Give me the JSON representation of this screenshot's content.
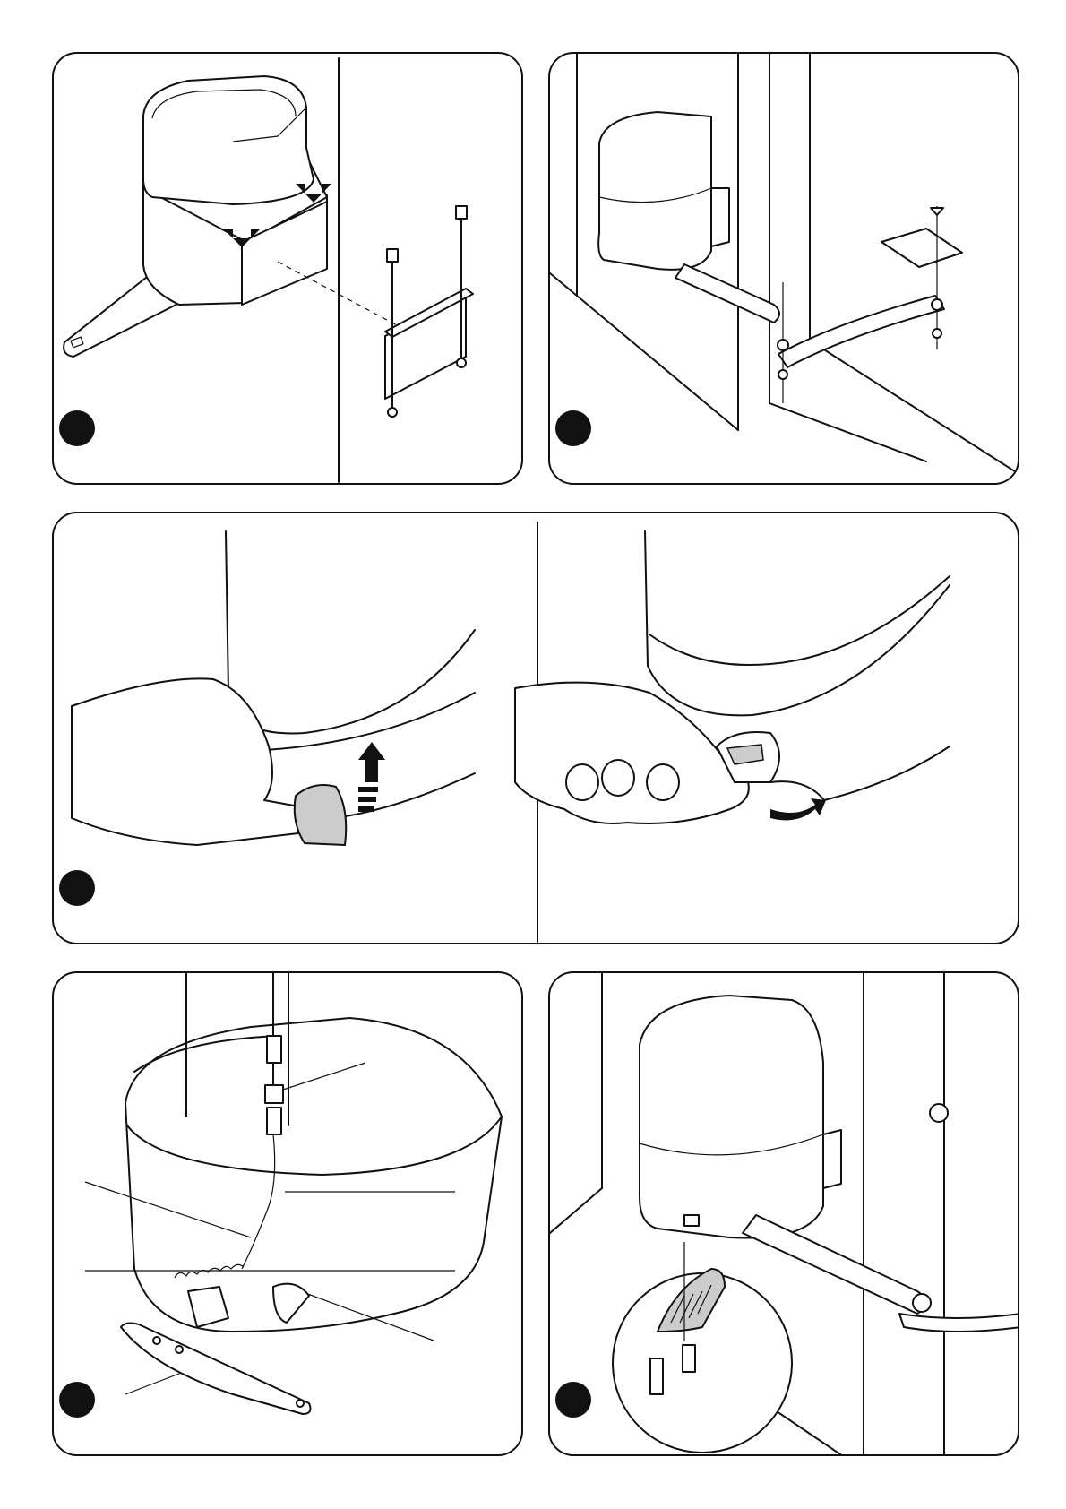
{
  "page": {
    "panels": [
      {
        "id": "p1",
        "step_marker": "black-dot",
        "illustration": "operator-mounting-bracket"
      },
      {
        "id": "p2",
        "step_marker": "black-dot",
        "illustration": "operator-arm-attached-to-gate"
      },
      {
        "id": "p3",
        "step_marker": "black-dot",
        "illustration": "manual-release-key-operation"
      },
      {
        "id": "p4",
        "step_marker": "black-dot",
        "illustration": "release-cable-mechanism"
      },
      {
        "id": "p5",
        "step_marker": "black-dot",
        "illustration": "mechanical-limit-stop-detail"
      }
    ]
  },
  "colors": {
    "line": "#111111",
    "background": "#ffffff",
    "dot": "#111111",
    "shade": "#cccccc"
  }
}
